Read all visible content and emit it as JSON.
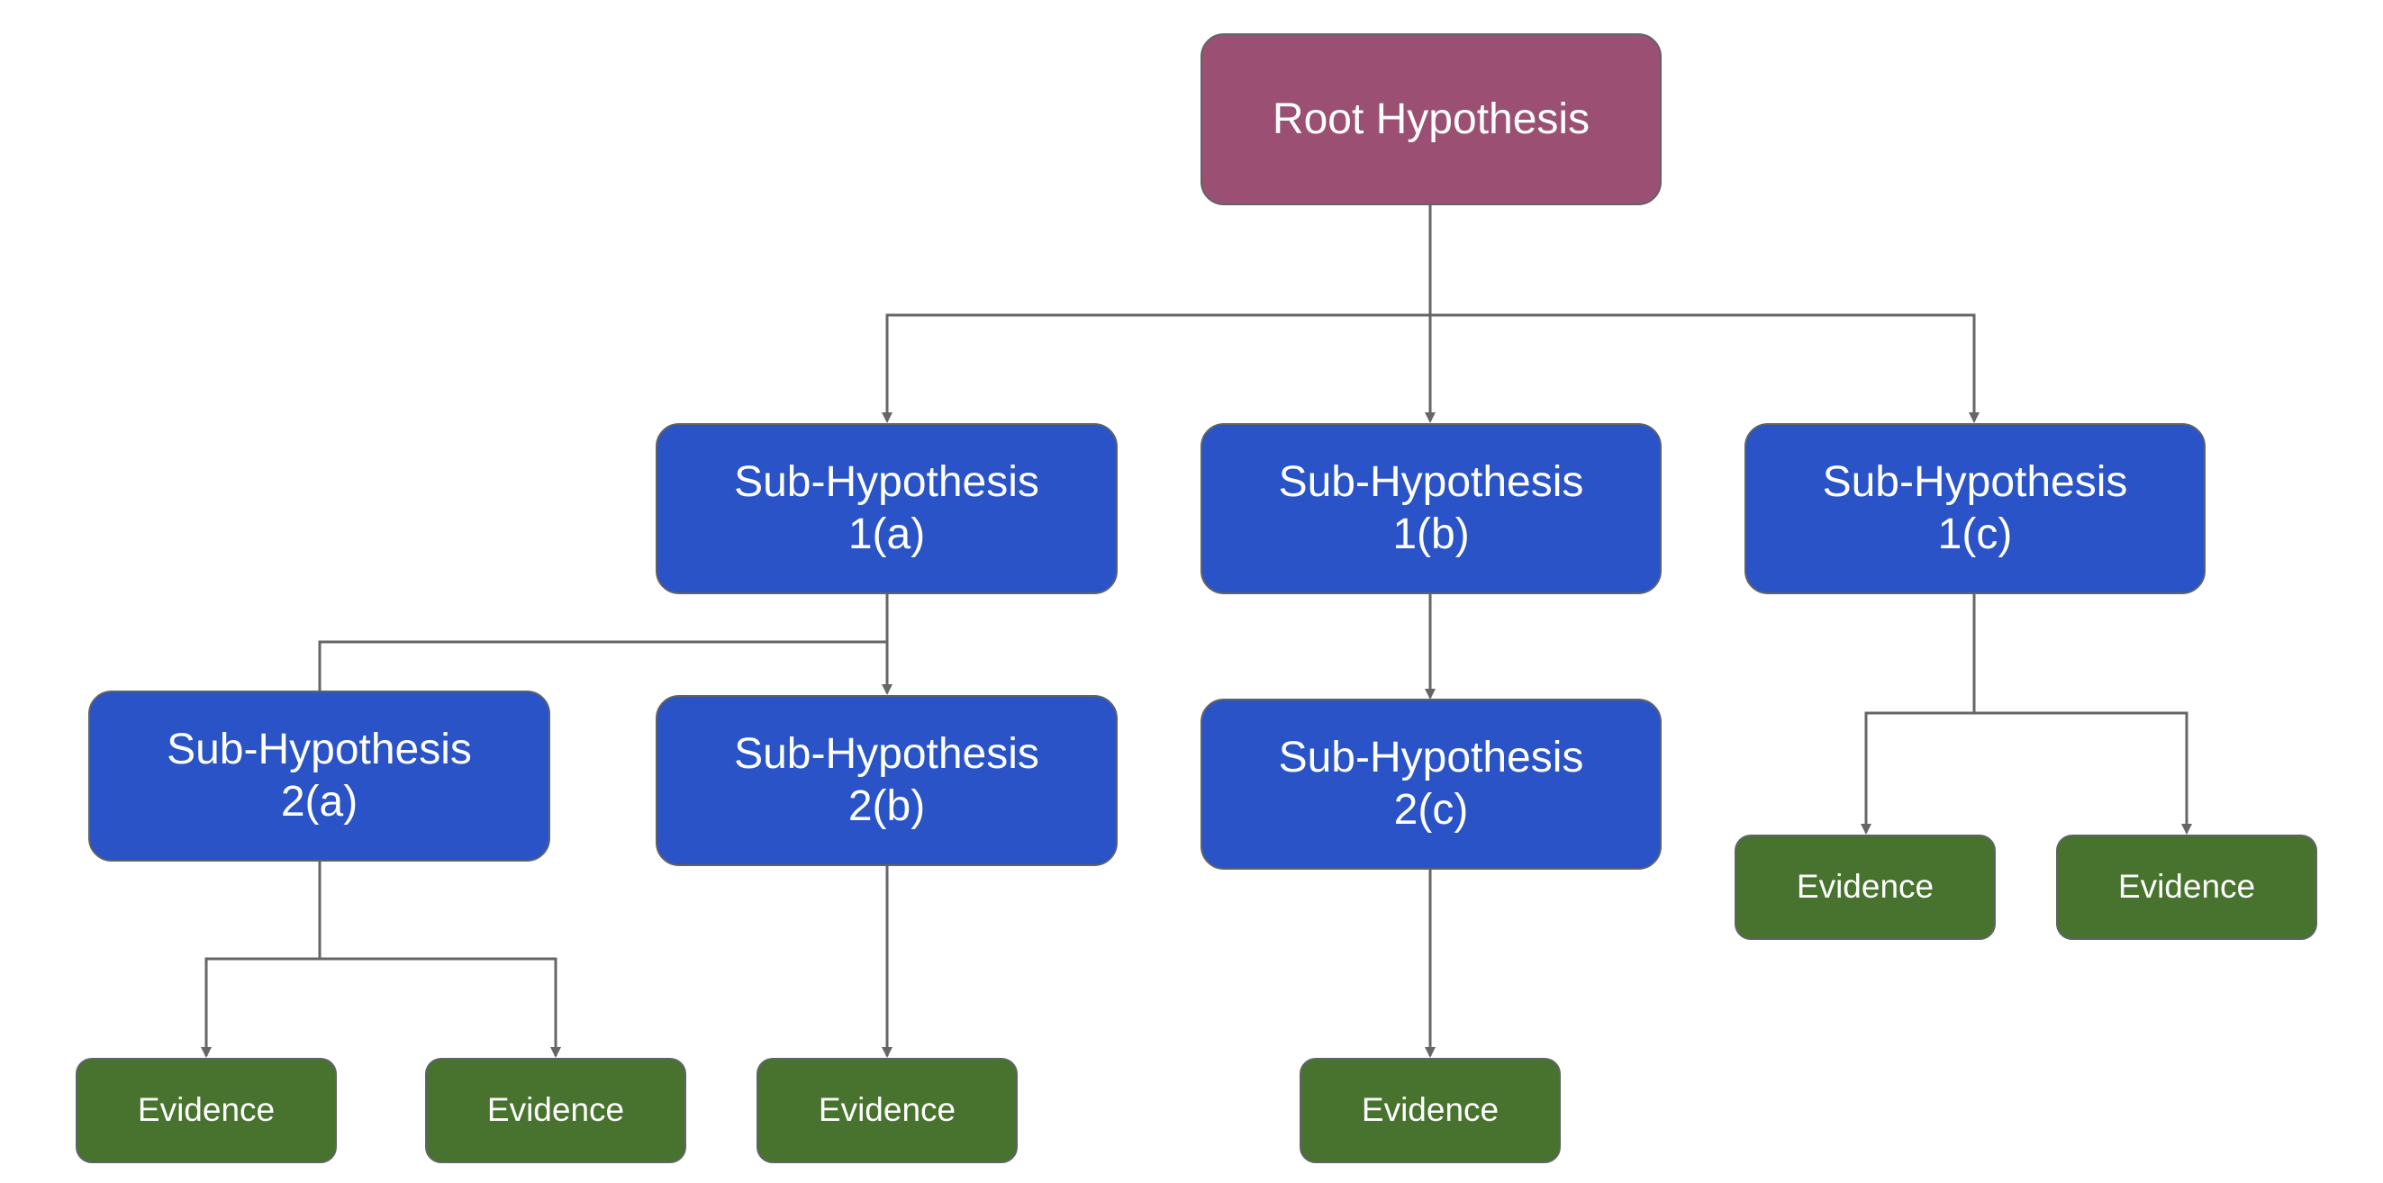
{
  "diagram": {
    "root": {
      "label": "Root Hypothesis",
      "color": "#9b5073"
    },
    "level1": [
      {
        "label": "Sub-Hypothesis\n1(a)"
      },
      {
        "label": "Sub-Hypothesis\n1(b)"
      },
      {
        "label": "Sub-Hypothesis\n1(c)"
      }
    ],
    "level2": [
      {
        "label": "Sub-Hypothesis\n2(a)"
      },
      {
        "label": "Sub-Hypothesis\n2(b)"
      },
      {
        "label": "Sub-Hypothesis\n2(c)"
      }
    ],
    "evidence": [
      {
        "label": "Evidence"
      },
      {
        "label": "Evidence"
      },
      {
        "label": "Evidence"
      },
      {
        "label": "Evidence"
      },
      {
        "label": "Evidence"
      },
      {
        "label": "Evidence"
      }
    ],
    "colors": {
      "root": "#9b5073",
      "sub_hypothesis": "#2953c6",
      "evidence": "#48732e",
      "connector": "#666666"
    }
  }
}
